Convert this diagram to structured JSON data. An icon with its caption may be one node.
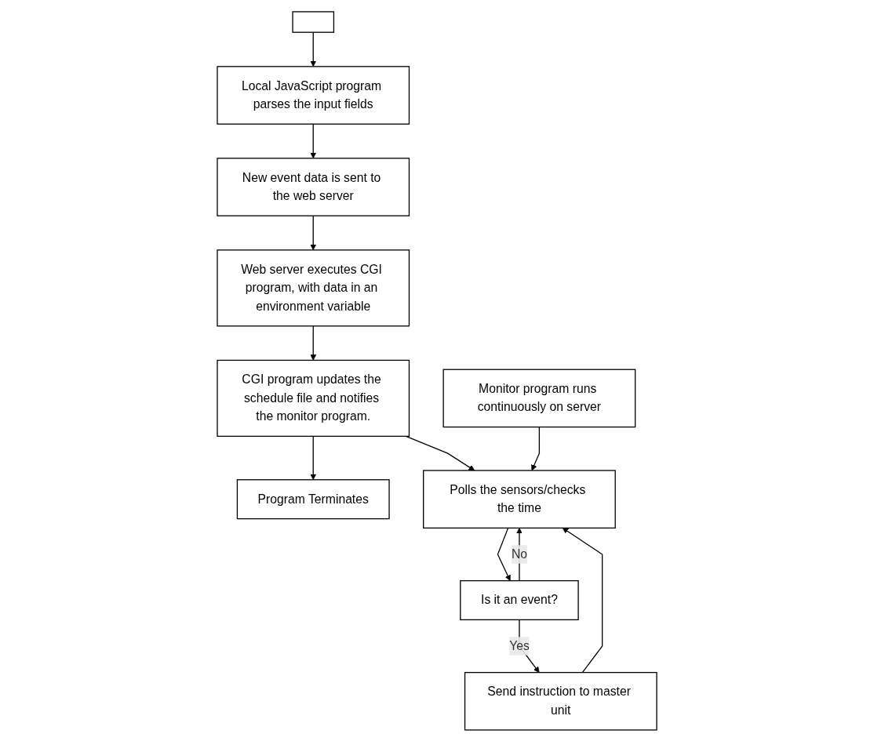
{
  "diagram": {
    "nodes": [
      {
        "text": [],
        "shape": "box"
      },
      {
        "text": [
          "Local JavaScript program parses the input fields"
        ]
      },
      {
        "text": [
          "New event data is sent to the web server"
        ]
      },
      {
        "text": [
          "Web server executes CGI program, with data in an environment variable"
        ]
      },
      {
        "text": [
          "CGI program updates the schedule file and notifies the monitor program."
        ]
      },
      {
        "text": [
          "Program Terminates"
        ]
      },
      {
        "text": [
          "Monitor program runs continuously on server"
        ]
      },
      {
        "text": [
          "Polls the sensors/checks the time"
        ]
      },
      {
        "text": [
          "Is it an event?"
        ]
      },
      {
        "text": [
          "Send instruction to master unit"
        ]
      }
    ],
    "edges": [
      {
        "from": 0,
        "to": 1,
        "arrow": "to"
      },
      {
        "from": 1,
        "to": 2,
        "arrow": "to"
      },
      {
        "from": 2,
        "to": 3,
        "arrow": "to"
      },
      {
        "from": 3,
        "to": 4,
        "arrow": "to"
      },
      {
        "from": 4,
        "to": 5,
        "arrow": "to"
      },
      {
        "from": 6,
        "to": 7,
        "arrow": "to"
      },
      {
        "from": 7,
        "to": 8,
        "arrow": "to"
      },
      {
        "from": 8,
        "to": 7,
        "arrow": "to",
        "label": "No"
      },
      {
        "from": 8,
        "to": 9,
        "arrow": "to",
        "label": "Yes"
      },
      {
        "from": 9,
        "to": 7,
        "arrow": "to"
      },
      {
        "from": 4,
        "to": 7,
        "arrow": "to"
      }
    ]
  }
}
